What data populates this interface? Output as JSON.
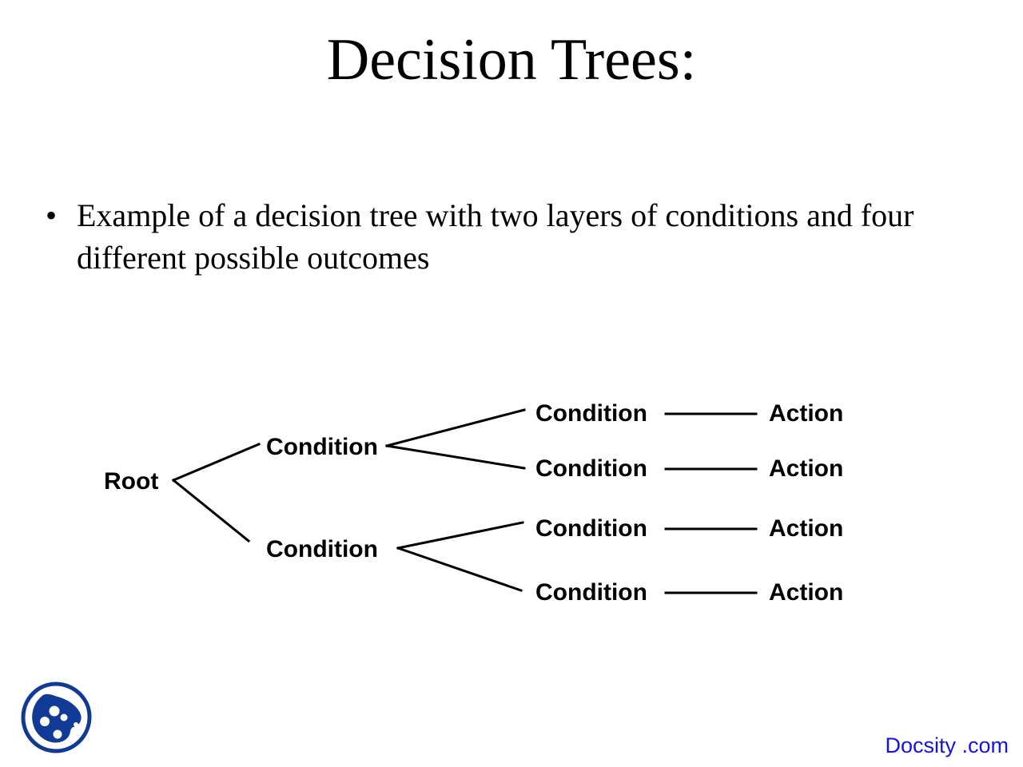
{
  "slide": {
    "title": "Decision Trees:",
    "background_color": "#ffffff",
    "text_color": "#000000",
    "bullets": [
      {
        "marker": "•",
        "text": "Example of a decision tree with two layers of conditions and four different possible outcomes"
      }
    ]
  },
  "diagram": {
    "type": "decision-tree",
    "line_color": "#000000",
    "root": {
      "label": "Root"
    },
    "level1": [
      {
        "label": "Condition"
      },
      {
        "label": "Condition"
      }
    ],
    "level2": [
      {
        "condition": "Condition",
        "action": "Action"
      },
      {
        "condition": "Condition",
        "action": "Action"
      },
      {
        "condition": "Condition",
        "action": "Action"
      },
      {
        "condition": "Condition",
        "action": "Action"
      }
    ]
  },
  "footer": {
    "logo_name": "docsity-logo",
    "logo_color": "#103a96",
    "url_text": "Docsity .com",
    "url_color": "#1414e0"
  }
}
